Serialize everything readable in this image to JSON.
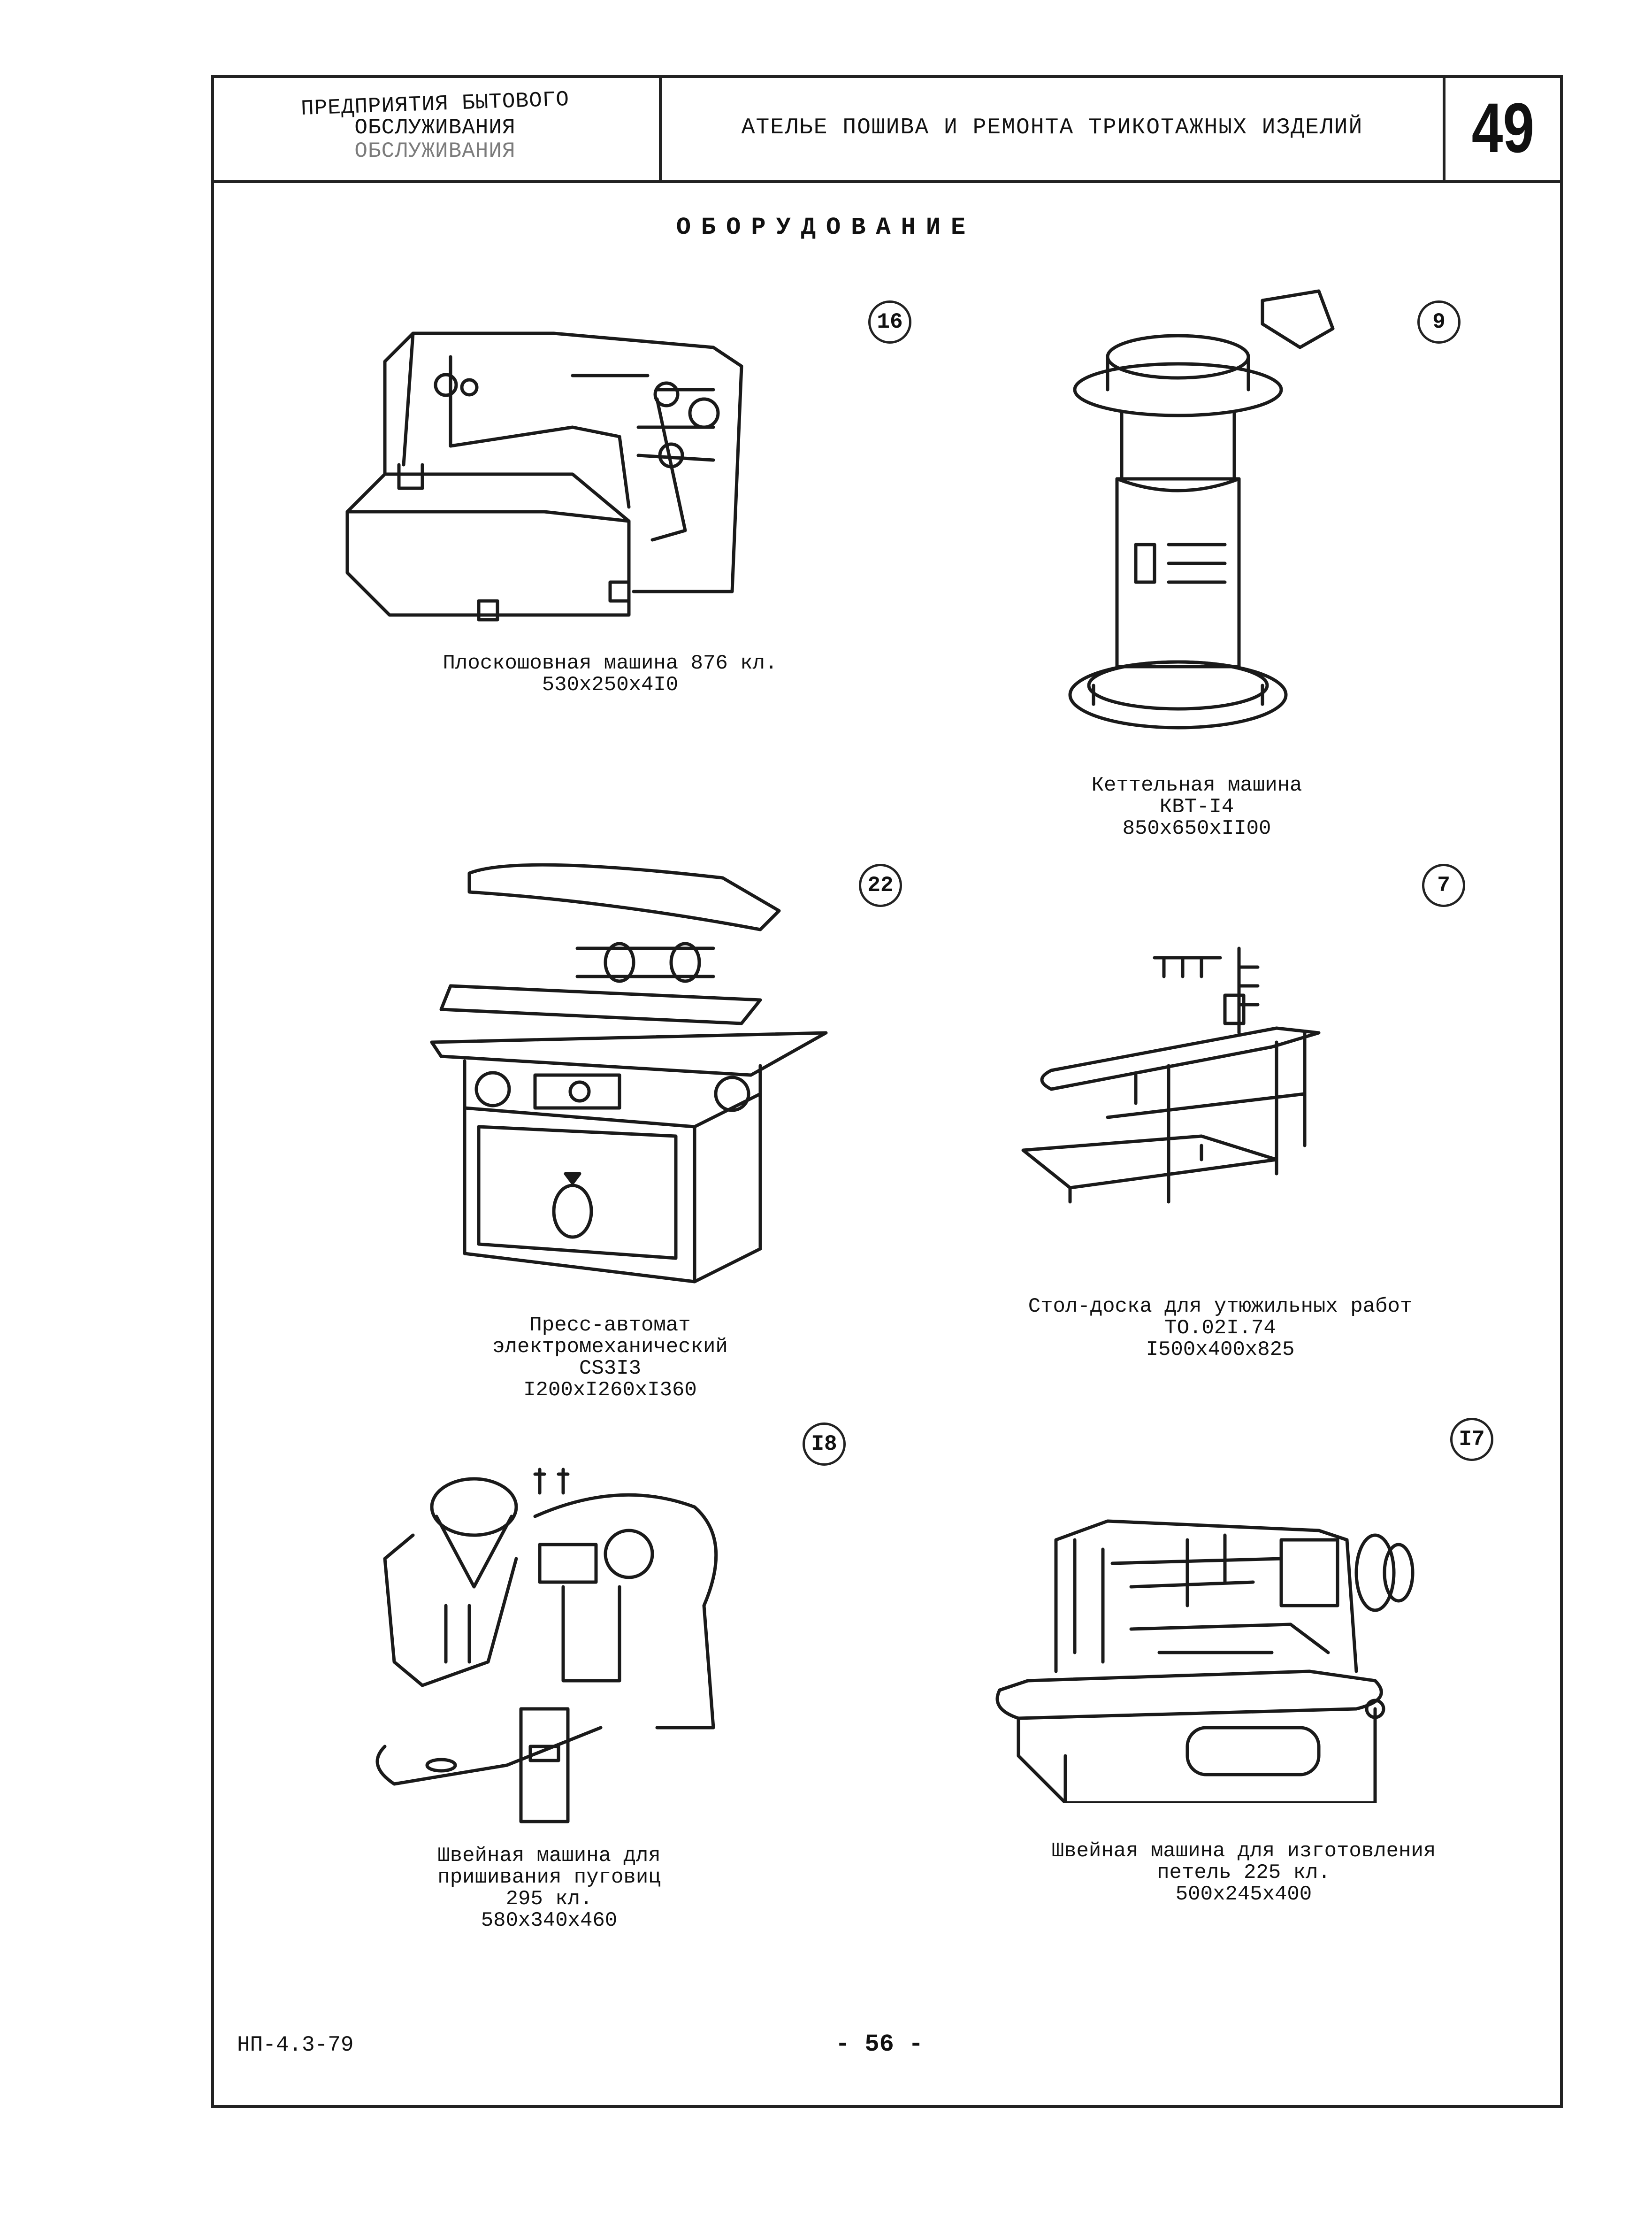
{
  "header": {
    "org_lines": [
      "ПРЕДПРИЯТИЯ БЫТОВОГО",
      "ОБСЛУЖИВАНИЯ",
      "ОБСЛУЖИВАНИЯ"
    ],
    "title": "АТЕЛЬЕ ПОШИВА И РЕМОНТА ТРИКОТАЖНЫХ ИЗДЕЛИЙ",
    "sheet_number": "49"
  },
  "section_title": "ОБОРУДОВАНИЕ",
  "items": [
    {
      "number": "16",
      "icon": "flatlock-sewing-machine-icon",
      "caption": [
        "Плоскошовная машина 876 кл.",
        "530x250x4I0"
      ]
    },
    {
      "number": "9",
      "icon": "linking-machine-icon",
      "caption": [
        "Кеттельная машина",
        "КВТ-I4",
        "850x650xII00"
      ]
    },
    {
      "number": "22",
      "icon": "press-automat-icon",
      "caption": [
        "Пресс-автомат",
        "электромеханический",
        "CS3I3",
        "I200xI260xI360"
      ]
    },
    {
      "number": "7",
      "icon": "ironing-table-icon",
      "caption": [
        "Стол-доска для утюжильных работ",
        "ТО.02I.74",
        "I500x400x825"
      ]
    },
    {
      "number": "I8",
      "icon": "button-sewing-machine-icon",
      "caption": [
        "Швейная машина для",
        "пришивания пуговиц",
        "295 кл.",
        "580x340x460"
      ]
    },
    {
      "number": "I7",
      "icon": "buttonhole-sewing-machine-icon",
      "caption": [
        "Швейная машина для изготовления",
        "петель 225 кл.",
        "500x245x400"
      ]
    }
  ],
  "footer": {
    "code": "НП-4.3-79",
    "page": "- 56 -"
  }
}
